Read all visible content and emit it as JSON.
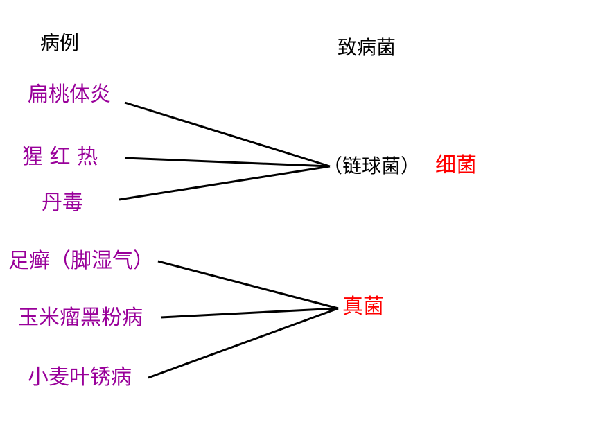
{
  "headers": {
    "left": "病例",
    "right": "致病菌"
  },
  "diseases": [
    "扁桃体炎",
    "猩 红 热",
    "丹毒",
    "足癣（脚湿气）",
    "玉米瘤黑粉病",
    "小麦叶锈病"
  ],
  "pathogens": {
    "streptococcus": "（链球菌）",
    "bacteria": "细菌",
    "fungi": "真菌"
  },
  "colors": {
    "disease": "#99009a",
    "pathogen_red": "#ff0000",
    "text": "#000000",
    "line": "#000000"
  }
}
